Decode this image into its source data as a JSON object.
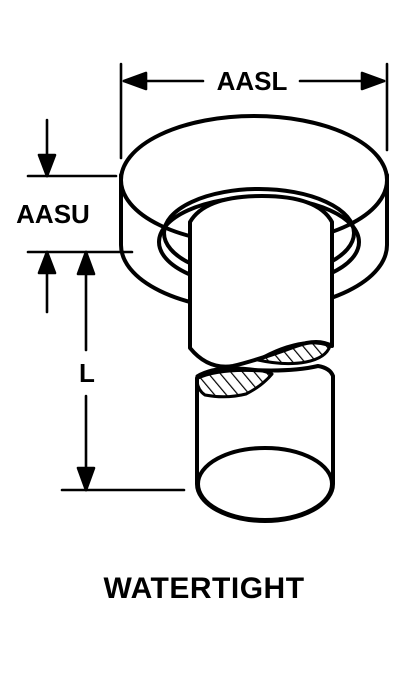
{
  "labels": {
    "width_dimension": "AASL",
    "height_dimension": "AASU",
    "length_dimension": "L"
  },
  "caption": "WATERTIGHT",
  "colors": {
    "ink": "#000000",
    "paper": "#ffffff"
  }
}
